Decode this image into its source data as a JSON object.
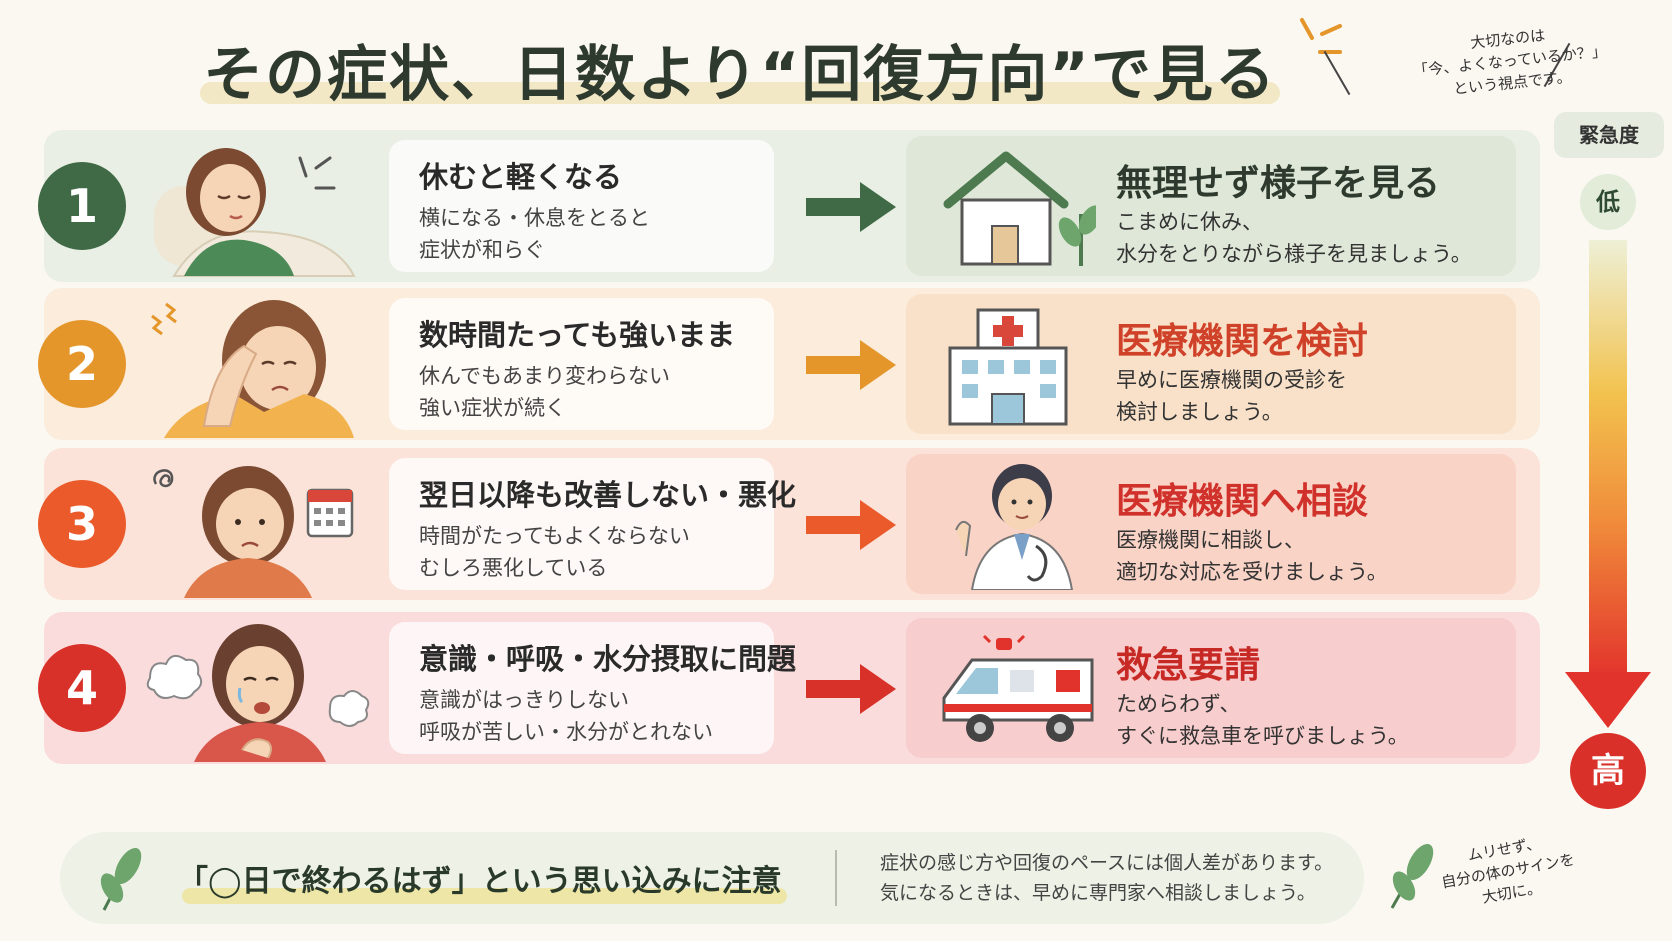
{
  "title": "その症状、日数より“回復方向”で見る",
  "top_note": [
    "大切なのは",
    "「今、よくなっているか？」",
    "という視点です。"
  ],
  "urgency": {
    "label": "緊急度",
    "low": "低",
    "high": "高"
  },
  "rows": [
    {
      "number": "1",
      "condition_title": "休むと軽くなる",
      "condition_desc": [
        "横になる・休息をとると",
        "症状が和らぐ"
      ],
      "action_title": "無理せず様子を見る",
      "action_desc": [
        "こまめに休み、",
        "水分をとりながら様子を見ましょう。"
      ],
      "color": "#3f6a45",
      "row_bg": "#e9efe4",
      "action_bg": "#dfe8d8",
      "action_title_color": "#2d3a2d"
    },
    {
      "number": "2",
      "condition_title": "数時間たっても強いまま",
      "condition_desc": [
        "休んでもあまり変わらない",
        "強い症状が続く"
      ],
      "action_title": "医療機関を検討",
      "action_desc": [
        "早めに医療機関の受診を",
        "検討しましょう。"
      ],
      "color": "#e4962b",
      "row_bg": "#fbecdc",
      "action_bg": "#f8e1c8",
      "action_title_color": "#d0412a"
    },
    {
      "number": "3",
      "condition_title": "翌日以降も改善しない・悪化",
      "condition_desc": [
        "時間がたってもよくならない",
        "むしろ悪化している"
      ],
      "action_title": "医療機関へ相談",
      "action_desc": [
        "医療機関に相談し、",
        "適切な対応を受けましょう。"
      ],
      "color": "#ea5a2b",
      "row_bg": "#fbe3d9",
      "action_bg": "#f9d3c6",
      "action_title_color": "#d0312a"
    },
    {
      "number": "4",
      "condition_title": "意識・呼吸・水分摂取に問題",
      "condition_desc": [
        "意識がはっきりしない",
        "呼吸が苦しい・水分がとれない"
      ],
      "action_title": "救急要請",
      "action_desc": [
        "ためらわず、",
        "すぐに救急車を呼びましょう。"
      ],
      "color": "#d83129",
      "row_bg": "#fadcdc",
      "action_bg": "#f8cdcd",
      "action_title_color": "#c72a25"
    }
  ],
  "footer": {
    "warning": "「◯日で終わるはず」という思い込みに注意",
    "note": [
      "症状の感じ方や回復のペースには個人差があります。",
      "気になるときは、早めに専門家へ相談しましょう。"
    ]
  },
  "bottom_note": [
    "ムリせず、",
    "自分の体のサインを",
    "大切に。"
  ]
}
